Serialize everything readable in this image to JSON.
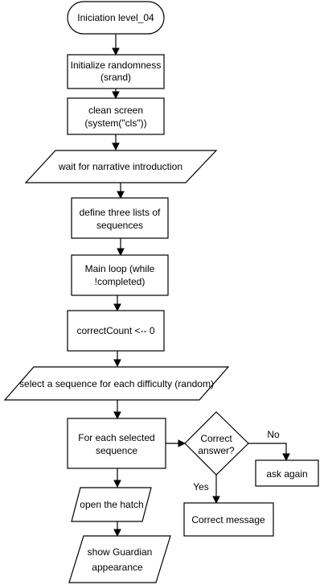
{
  "nodes": {
    "start": "Iniciation level_04",
    "init_random_1": "Initialize randomness",
    "init_random_2": "(srand)",
    "clean_screen_1": "clean screen",
    "clean_screen_2": "(system(\"cls\"))",
    "wait_intro": "wait for narrative introduction",
    "define_lists_1": "define three lists of",
    "define_lists_2": "sequences",
    "main_loop_1": "Main loop (while",
    "main_loop_2": "!completed)",
    "correct_count": "correctCount <-- 0",
    "select_sequence": "select a sequence for each difficulty (random)",
    "for_each_1": "For each selected",
    "for_each_2": "sequence",
    "decision_1": "Correct",
    "decision_2": "answer?",
    "ask_again": "ask again",
    "correct_message": "Correct message",
    "open_hatch": "open the hatch",
    "show_guardian_1": "show Guardian",
    "show_guardian_2": "appearance"
  },
  "edges": {
    "no_label": "No",
    "yes_label": "Yes"
  }
}
